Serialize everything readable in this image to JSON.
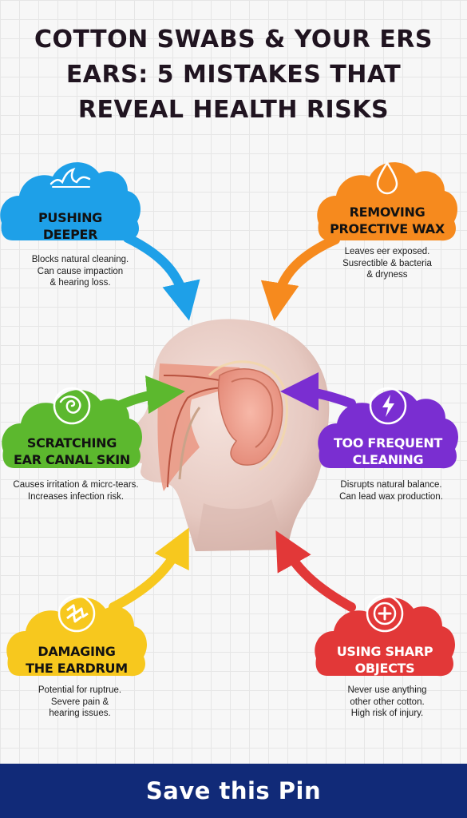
{
  "title": {
    "line1": "COTTON SWABS & YOUR ERS",
    "line2": "EARS: 5 MISTAKES THAT",
    "line3": "REVEAL HEALTH RISKS"
  },
  "mistakes": [
    {
      "label": [
        "PUSHING",
        "DEEPER"
      ],
      "desc": [
        "Blocks natural cleaning.",
        "Can cause impaction",
        "& hearing loss."
      ],
      "color": "#1ea0e8",
      "icon": "wave-icon"
    },
    {
      "label": [
        "REMOVING",
        "PROECTIVE WAX"
      ],
      "desc": [
        "Leaves eer exposed.",
        "Susrectible & bacteria",
        "& dryness"
      ],
      "color": "#f68a1e",
      "icon": "droplet-icon"
    },
    {
      "label": [
        "SCRATCHING",
        "EAR CANAL SKIN"
      ],
      "desc": [
        "Causes irritation & micrc-tears.",
        "Increases infection risk."
      ],
      "color": "#5cb82e",
      "icon": "spiral-icon"
    },
    {
      "label": [
        "TOO FREQUENT",
        "CLEANING"
      ],
      "desc": [
        "Disrupts natural balance.",
        "Can lead wax production."
      ],
      "color": "#7a2ed1",
      "icon": "lightning-icon"
    },
    {
      "label": [
        "DAMAGING",
        "THE EARDRUM"
      ],
      "desc": [
        "Potential for ruptrue.",
        "Severe pain &",
        "hearing issues."
      ],
      "color": "#f7c81e",
      "icon": "zigzag-icon"
    },
    {
      "label": [
        "USING SHARP",
        "OBJECTS"
      ],
      "desc": [
        "Never use anything",
        "other other cotton.",
        "High risk of injury."
      ],
      "color": "#e23838",
      "icon": "plus-circle-icon"
    }
  ],
  "footer": {
    "label": "Save this Pin",
    "color": "#112a78"
  }
}
